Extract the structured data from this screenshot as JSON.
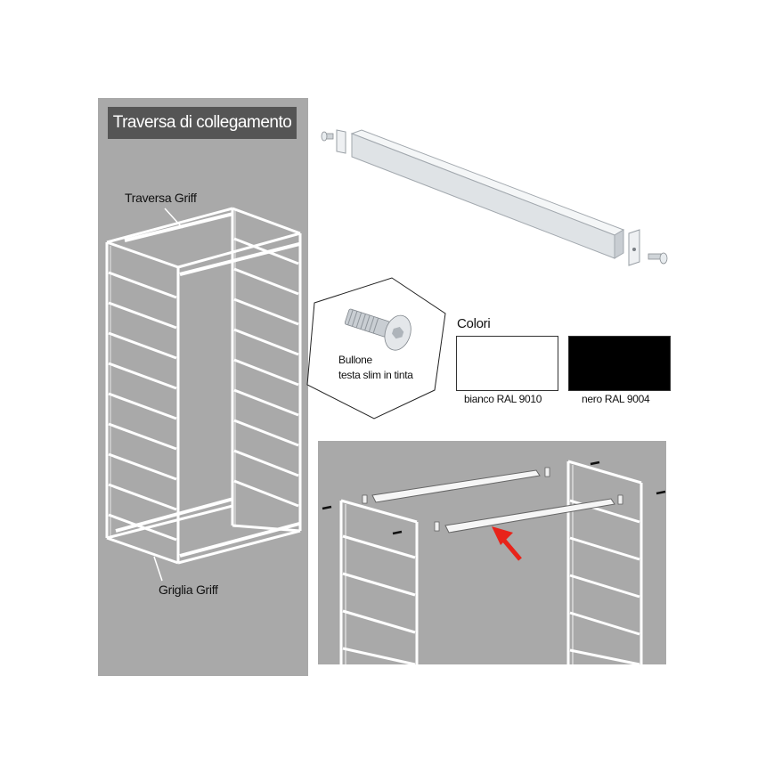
{
  "title": "Traversa di collegamento",
  "labels": {
    "traversa_griff": "Traversa Griff",
    "griglia_griff": "Griglia Griff",
    "bolt_line1": "Bullone",
    "bolt_line2": "testa slim in tinta"
  },
  "colors_section": {
    "heading": "Colori",
    "swatches": [
      {
        "label": "bianco RAL 9010",
        "color": "#ffffff"
      },
      {
        "label": "nero RAL 9004",
        "color": "#000000"
      }
    ]
  },
  "accent": {
    "arrow": "#e8231a",
    "panel": "#a9a9a9"
  }
}
